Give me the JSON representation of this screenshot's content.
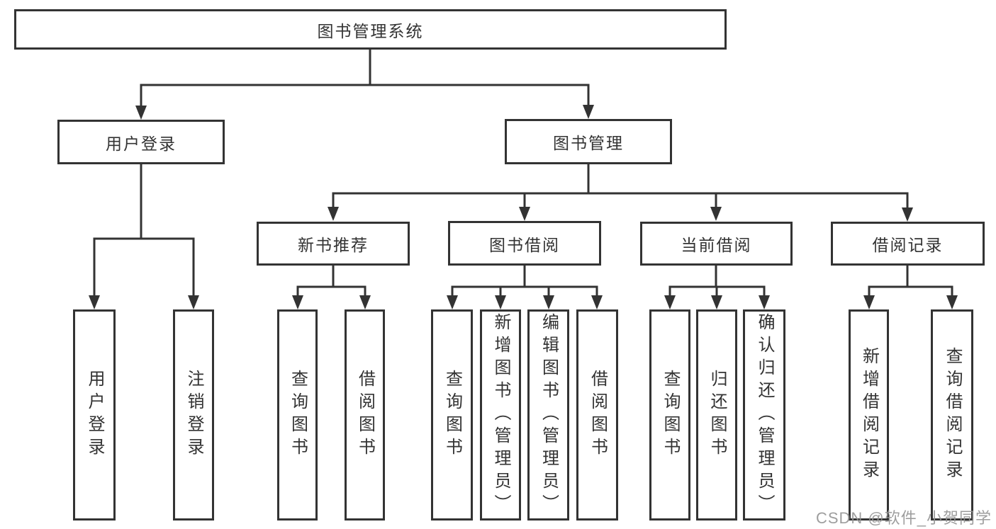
{
  "diagram": {
    "type": "hierarchy-tree",
    "background": "#ffffff",
    "line_color": "#333333",
    "text_color": "#333333",
    "watermark_color": "#949494"
  },
  "nodes": {
    "root": {
      "label": "图书管理系统"
    },
    "user_login": {
      "label": "用户登录"
    },
    "book_mgmt": {
      "label": "图书管理"
    },
    "new_book_rec": {
      "label": "新书推荐"
    },
    "book_borrow": {
      "label": "图书借阅"
    },
    "current_borrow": {
      "label": "当前借阅"
    },
    "borrow_records": {
      "label": "借阅记录"
    },
    "leaf_user_login": {
      "label": "用户登录"
    },
    "leaf_logout": {
      "label": "注销登录"
    },
    "leaf_rec_query": {
      "label": "查询图书"
    },
    "leaf_rec_borrow": {
      "label": "借阅图书"
    },
    "leaf_bb_query": {
      "label": "查询图书"
    },
    "leaf_bb_add": {
      "label": "新增图书（管理员）"
    },
    "leaf_bb_edit": {
      "label": "编辑图书（管理员）"
    },
    "leaf_bb_borrow": {
      "label": "借阅图书"
    },
    "leaf_cb_query": {
      "label": "查询图书"
    },
    "leaf_cb_return": {
      "label": "归还图书"
    },
    "leaf_cb_confirm": {
      "label": "确认归还（管理员）"
    },
    "leaf_br_add": {
      "label": "新增借阅记录"
    },
    "leaf_br_query": {
      "label": "查询借阅记录"
    }
  },
  "watermark": {
    "text": "CSDN @软件_小贺同学"
  }
}
